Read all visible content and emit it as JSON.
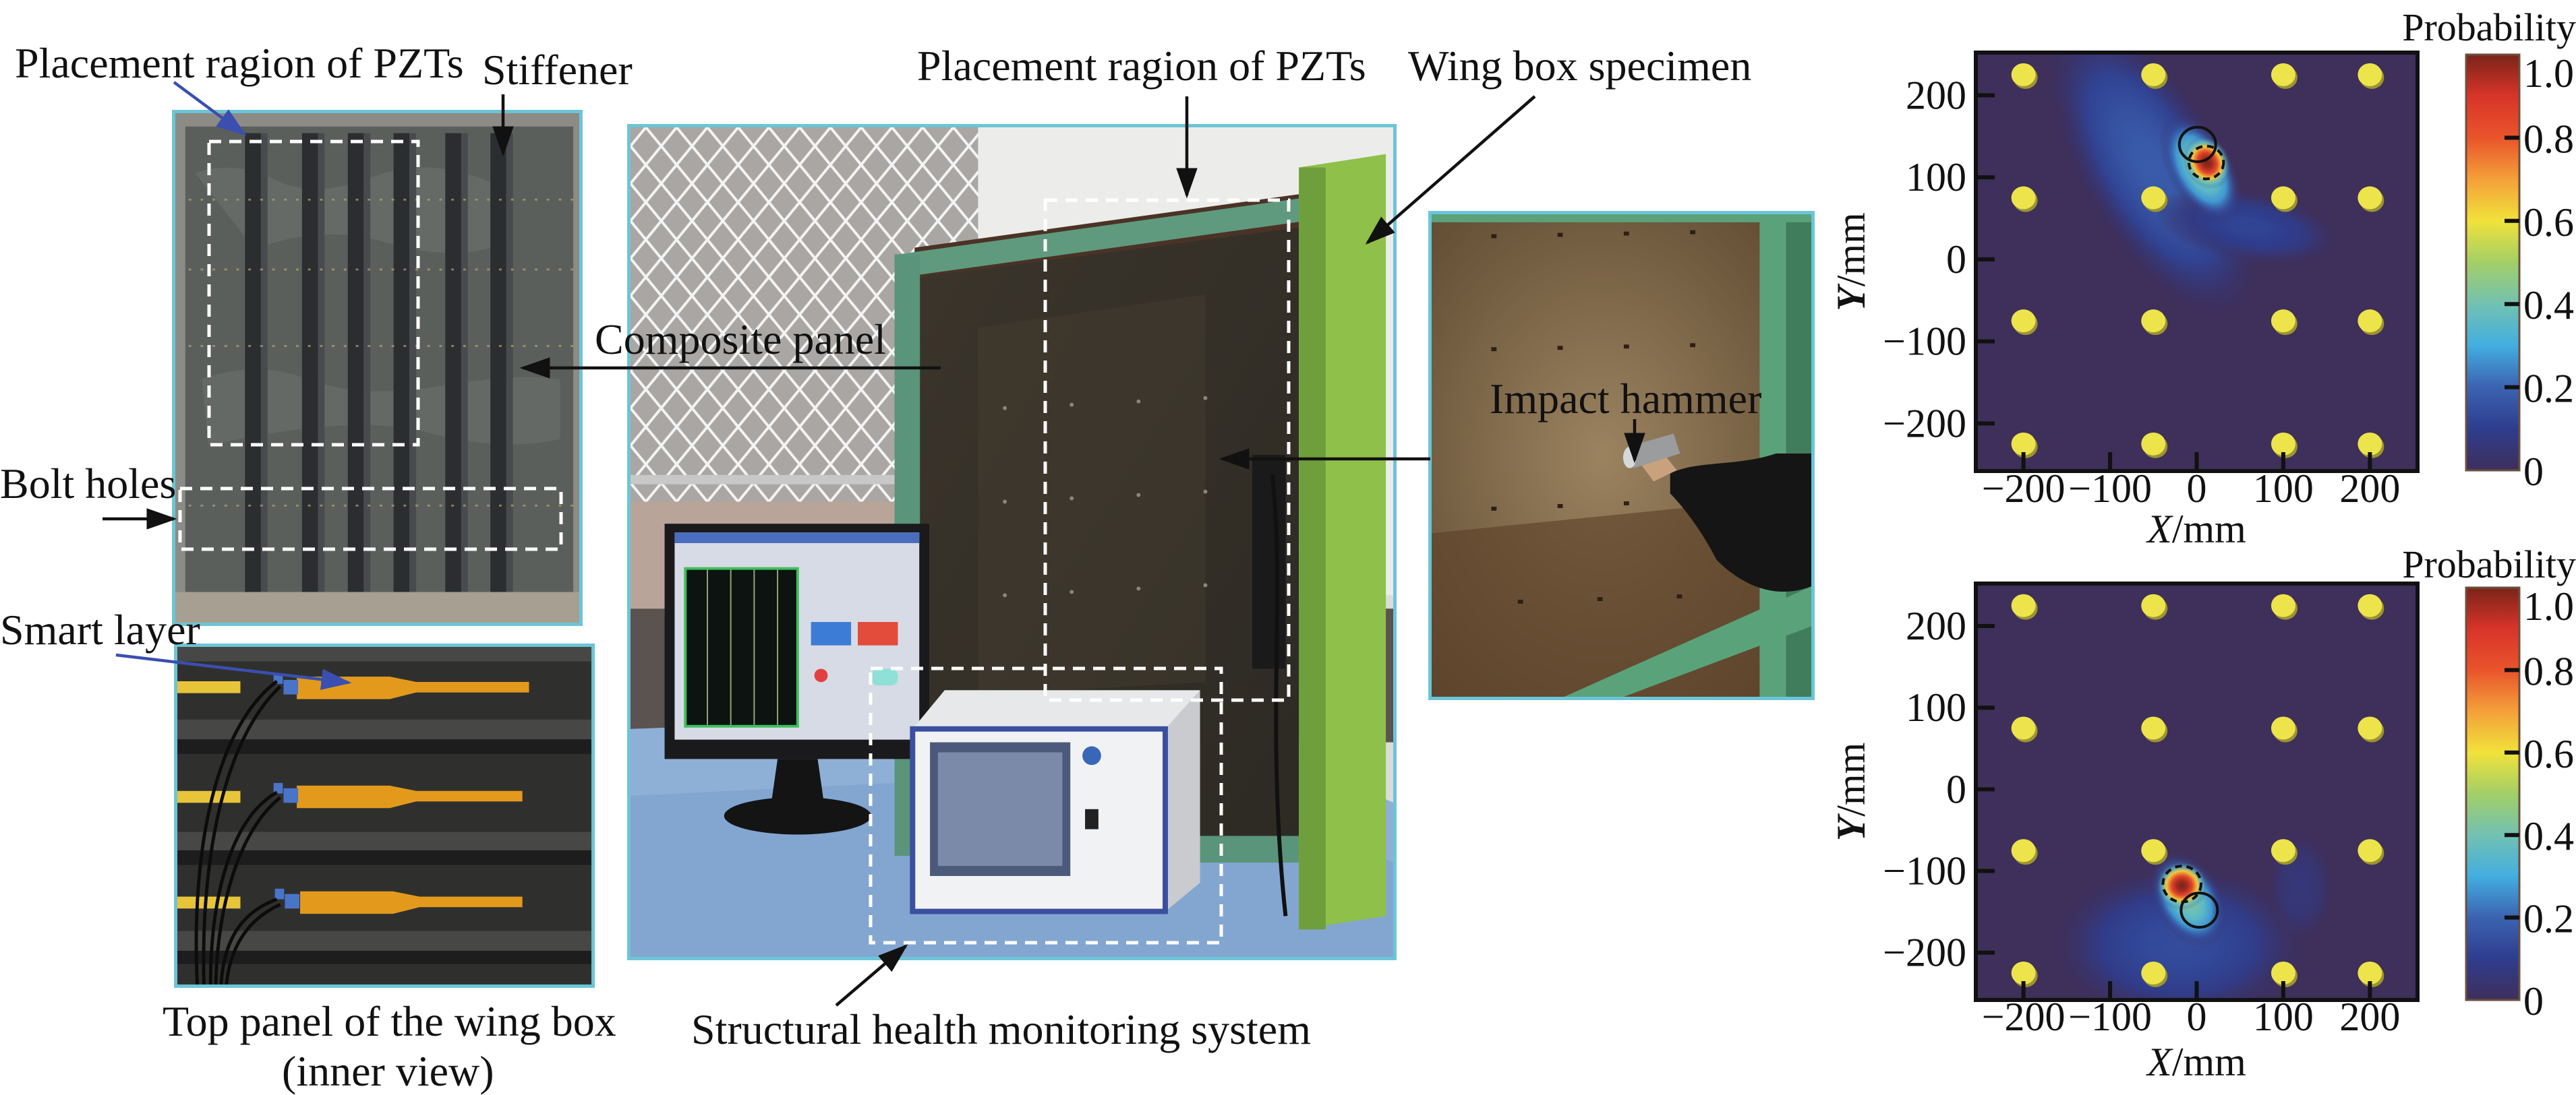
{
  "labels": {
    "pzt_region_left": "Placement ragion of PZTs",
    "stiffener": "Stiffener",
    "pzt_region_center": "Placement ragion of PZTs",
    "wing_box_specimen": "Wing box specimen",
    "composite_panel": "Composite panel",
    "bolt_holes": "Bolt holes",
    "smart_layer": "Smart layer",
    "impact_hammer": "Impact hammer",
    "top_panel_caption_line1": "Top panel of the wing box",
    "top_panel_caption_line2": "(inner view)",
    "shm_system": "Structural health monitoring system"
  },
  "colors": {
    "photo_frame": "#6cc5d6",
    "annotation_blue": "#3a4fb0",
    "sensor": "#ece44a"
  },
  "chart_data": [
    {
      "type": "heatmap",
      "title": "",
      "colorbar_label": "Probability",
      "colorbar_range": [
        0,
        1
      ],
      "colorbar_ticks": [
        "0",
        "0.2",
        "0.4",
        "0.6",
        "0.8",
        "1.0"
      ],
      "xlabel_var": "X",
      "xlabel_unit": "/mm",
      "ylabel_var": "Y",
      "ylabel_unit": "/mm",
      "xlim": [
        -255,
        255
      ],
      "ylim": [
        -258,
        252
      ],
      "xticks": [
        -200,
        -100,
        0,
        100,
        200
      ],
      "xtick_labels": [
        "−200",
        "−100",
        "0",
        "100",
        "200"
      ],
      "yticks": [
        200,
        100,
        0,
        -100,
        -200
      ],
      "ytick_labels": [
        "200",
        "100",
        "0",
        "−100",
        "−200"
      ],
      "sensor_x": [
        -200,
        -50,
        100,
        200
      ],
      "sensor_y": [
        225,
        75,
        -75,
        -225
      ],
      "actual_impact": {
        "x": 1,
        "y": 140,
        "r": 21
      },
      "estimated_impact": {
        "x": 11,
        "y": 118,
        "r": 20
      },
      "probability_field": [
        {
          "x": -50,
          "y": 110,
          "major": 200,
          "minor": 90,
          "angle": -60,
          "peak": 0.18
        },
        {
          "x": 60,
          "y": 40,
          "major": 110,
          "minor": 45,
          "angle": -10,
          "peak": 0.12
        },
        {
          "x": 5,
          "y": 110,
          "major": 70,
          "minor": 40,
          "angle": -60,
          "peak": 0.42
        },
        {
          "x": 12,
          "y": 118,
          "major": 32,
          "minor": 28,
          "angle": -60,
          "peak": 1.0
        }
      ]
    },
    {
      "type": "heatmap",
      "title": "",
      "colorbar_label": "Probability",
      "colorbar_range": [
        0,
        1
      ],
      "colorbar_ticks": [
        "0",
        "0.2",
        "0.4",
        "0.6",
        "0.8",
        "1.0"
      ],
      "xlabel_var": "X",
      "xlabel_unit": "/mm",
      "ylabel_var": "Y",
      "ylabel_unit": "/mm",
      "xlim": [
        -255,
        255
      ],
      "ylim": [
        -258,
        252
      ],
      "xticks": [
        -200,
        -100,
        0,
        100,
        200
      ],
      "xtick_labels": [
        "−200",
        "−100",
        "0",
        "100",
        "200"
      ],
      "yticks": [
        200,
        100,
        0,
        -100,
        -200
      ],
      "ytick_labels": [
        "200",
        "100",
        "0",
        "−100",
        "−200"
      ],
      "sensor_x": [
        -200,
        -50,
        100,
        200
      ],
      "sensor_y": [
        225,
        75,
        -75,
        -225
      ],
      "actual_impact": {
        "x": 3,
        "y": -148,
        "r": 21
      },
      "estimated_impact": {
        "x": -17,
        "y": -116,
        "r": 22
      },
      "probability_field": [
        {
          "x": -20,
          "y": -190,
          "major": 150,
          "minor": 100,
          "angle": 0,
          "peak": 0.14
        },
        {
          "x": 120,
          "y": -120,
          "major": 40,
          "minor": 70,
          "angle": 0,
          "peak": 0.06
        },
        {
          "x": -10,
          "y": -135,
          "major": 60,
          "minor": 42,
          "angle": -60,
          "peak": 0.42
        },
        {
          "x": -17,
          "y": -118,
          "major": 30,
          "minor": 30,
          "angle": 0,
          "peak": 1.0
        }
      ]
    }
  ]
}
